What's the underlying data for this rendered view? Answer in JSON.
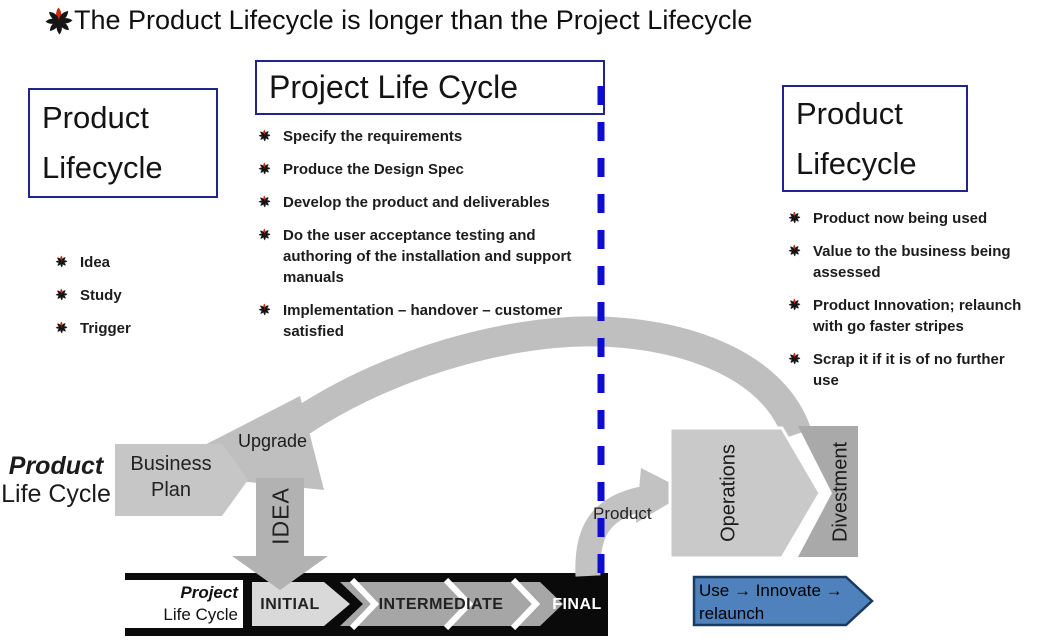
{
  "title": {
    "text": "The Product Lifecycle is longer than the Project Lifecycle"
  },
  "left_panel": {
    "heading_line1": "Product",
    "heading_line2": "Lifecycle",
    "items": [
      {
        "text": "Idea"
      },
      {
        "text": "Study"
      },
      {
        "text": "Trigger"
      }
    ]
  },
  "center_panel": {
    "heading": "Project Life Cycle",
    "items": [
      {
        "text": "Specify the requirements"
      },
      {
        "text": "Produce the Design Spec"
      },
      {
        "text": "Develop the product and deliverables"
      },
      {
        "text": "Do the user acceptance testing and authoring of the installation and support manuals"
      },
      {
        "text": "Implementation – handover – customer satisfied"
      }
    ]
  },
  "right_panel": {
    "heading_line1": "Product",
    "heading_line2": "Lifecycle",
    "items": [
      {
        "text": "Product now being used"
      },
      {
        "text": "Value to the business being assessed"
      },
      {
        "text": "Product Innovation; relaunch with go faster stripes"
      },
      {
        "text": "Scrap it if it is of no further use"
      }
    ]
  },
  "diagram": {
    "product_lifecycle_label": {
      "line1": "Product",
      "line2": "Life Cycle"
    },
    "business_plan_arrow": {
      "line1": "Business",
      "line2": "Plan"
    },
    "upgrade_label": "Upgrade",
    "idea_label": "IDEA",
    "product_arrow_label": "Product",
    "operations_label": "Operations",
    "divestment_label": "Divestment",
    "bar": {
      "label_line1": "Project",
      "label_line2": "Life Cycle",
      "stages": [
        "INITIAL",
        "INTERMEDIATE",
        "FINAL"
      ]
    },
    "use_arrow": {
      "line1": "Use → Innovate →",
      "line2": "relaunch"
    }
  },
  "colors": {
    "box_border_blue": "#23238e",
    "dashed_line_blue": "#0d0dd0",
    "arrow_gray": "#c0c0c0",
    "chevron_light_gray": "#d9d9d9",
    "chevron_mid_gray": "#a6a6a6",
    "operations_gray": "#c9c9c9",
    "divestment_gray": "#a9a9a9",
    "use_arrow_fill": "#4f81bd",
    "use_arrow_border": "#1b3a5f",
    "bullet_red": "#cc2a0a",
    "bullet_black": "#151515"
  }
}
